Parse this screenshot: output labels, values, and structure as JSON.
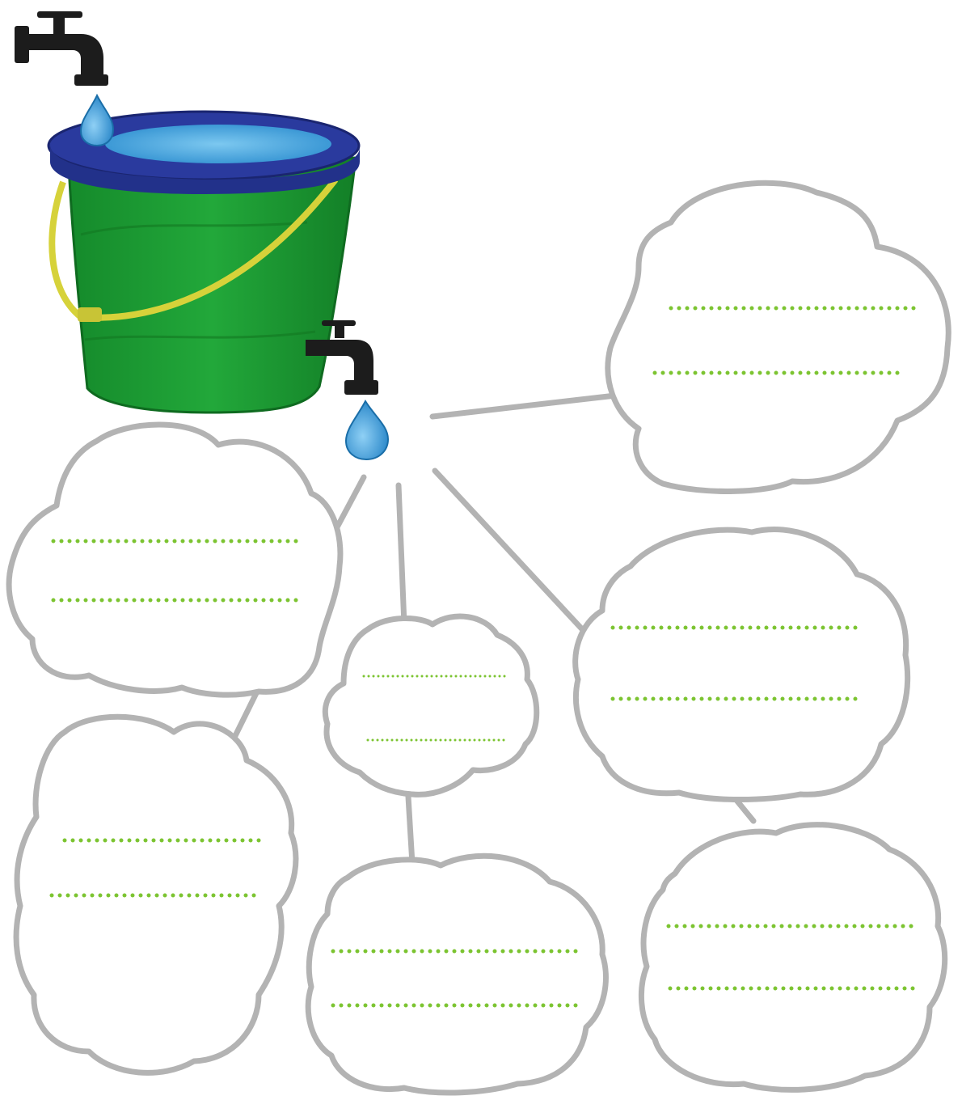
{
  "worksheet": {
    "colors": {
      "cloud_outline": "#b3b3b3",
      "connector": "#b3b3b3",
      "dotted_line": "#7cc431",
      "bucket_body": "#1e9b35",
      "bucket_rim": "#2a3a9e",
      "water": "#46a7de",
      "handle": "#d6d23a",
      "faucet": "#1c1c1c",
      "drop": "#3b9bd6"
    },
    "illustration": {
      "icons": [
        "faucet-icon",
        "bucket-icon",
        "water-drop-icon",
        "faucet-icon",
        "water-drop-icon"
      ]
    },
    "clouds": [
      {
        "name": "cloud-top-right",
        "answer_lines": 2
      },
      {
        "name": "cloud-left-upper",
        "answer_lines": 2
      },
      {
        "name": "cloud-center-small",
        "answer_lines": 2
      },
      {
        "name": "cloud-right-middle",
        "answer_lines": 2
      },
      {
        "name": "cloud-left-lower",
        "answer_lines": 2
      },
      {
        "name": "cloud-bottom-center",
        "answer_lines": 2
      },
      {
        "name": "cloud-bottom-right",
        "answer_lines": 2
      }
    ]
  }
}
